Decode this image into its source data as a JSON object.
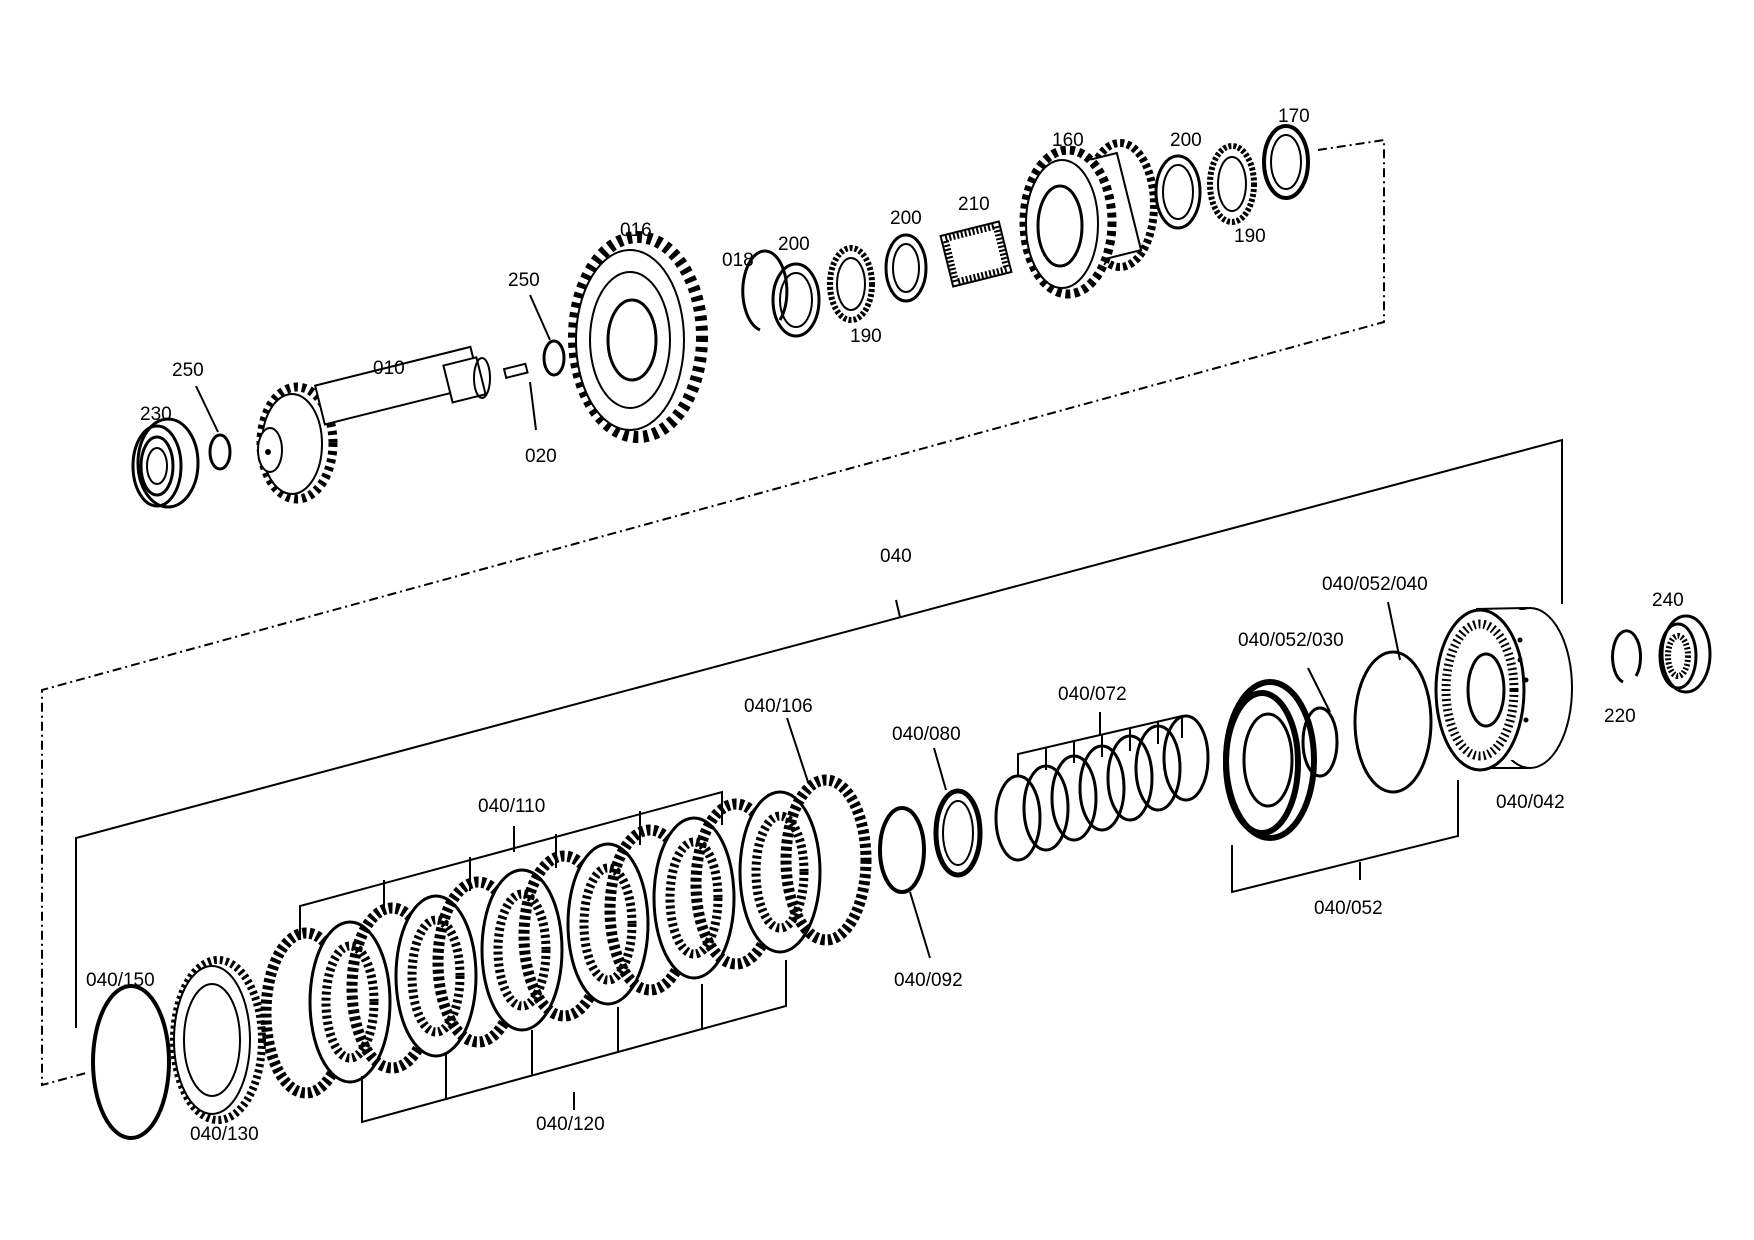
{
  "colors": {
    "ink": "#000000",
    "background": "#ffffff"
  },
  "labels": {
    "p230": "230",
    "p250a": "250",
    "p010": "010",
    "p020": "020",
    "p250b": "250",
    "p016": "016",
    "p018": "018",
    "p200a": "200",
    "p190a": "190",
    "p200b": "200",
    "p210": "210",
    "p160": "160",
    "p200c": "200",
    "p190b": "190",
    "p170": "170",
    "p040": "040",
    "p040_052_040": "040/052/040",
    "p040_052_030": "040/052/030",
    "p240": "240",
    "p220": "220",
    "p040_042": "040/042",
    "p040_072": "040/072",
    "p040_052": "040/052",
    "p040_106": "040/106",
    "p040_080": "040/080",
    "p040_092": "040/092",
    "p040_110": "040/110",
    "p040_120": "040/120",
    "p040_150": "040/150",
    "p040_130": "040/130"
  }
}
